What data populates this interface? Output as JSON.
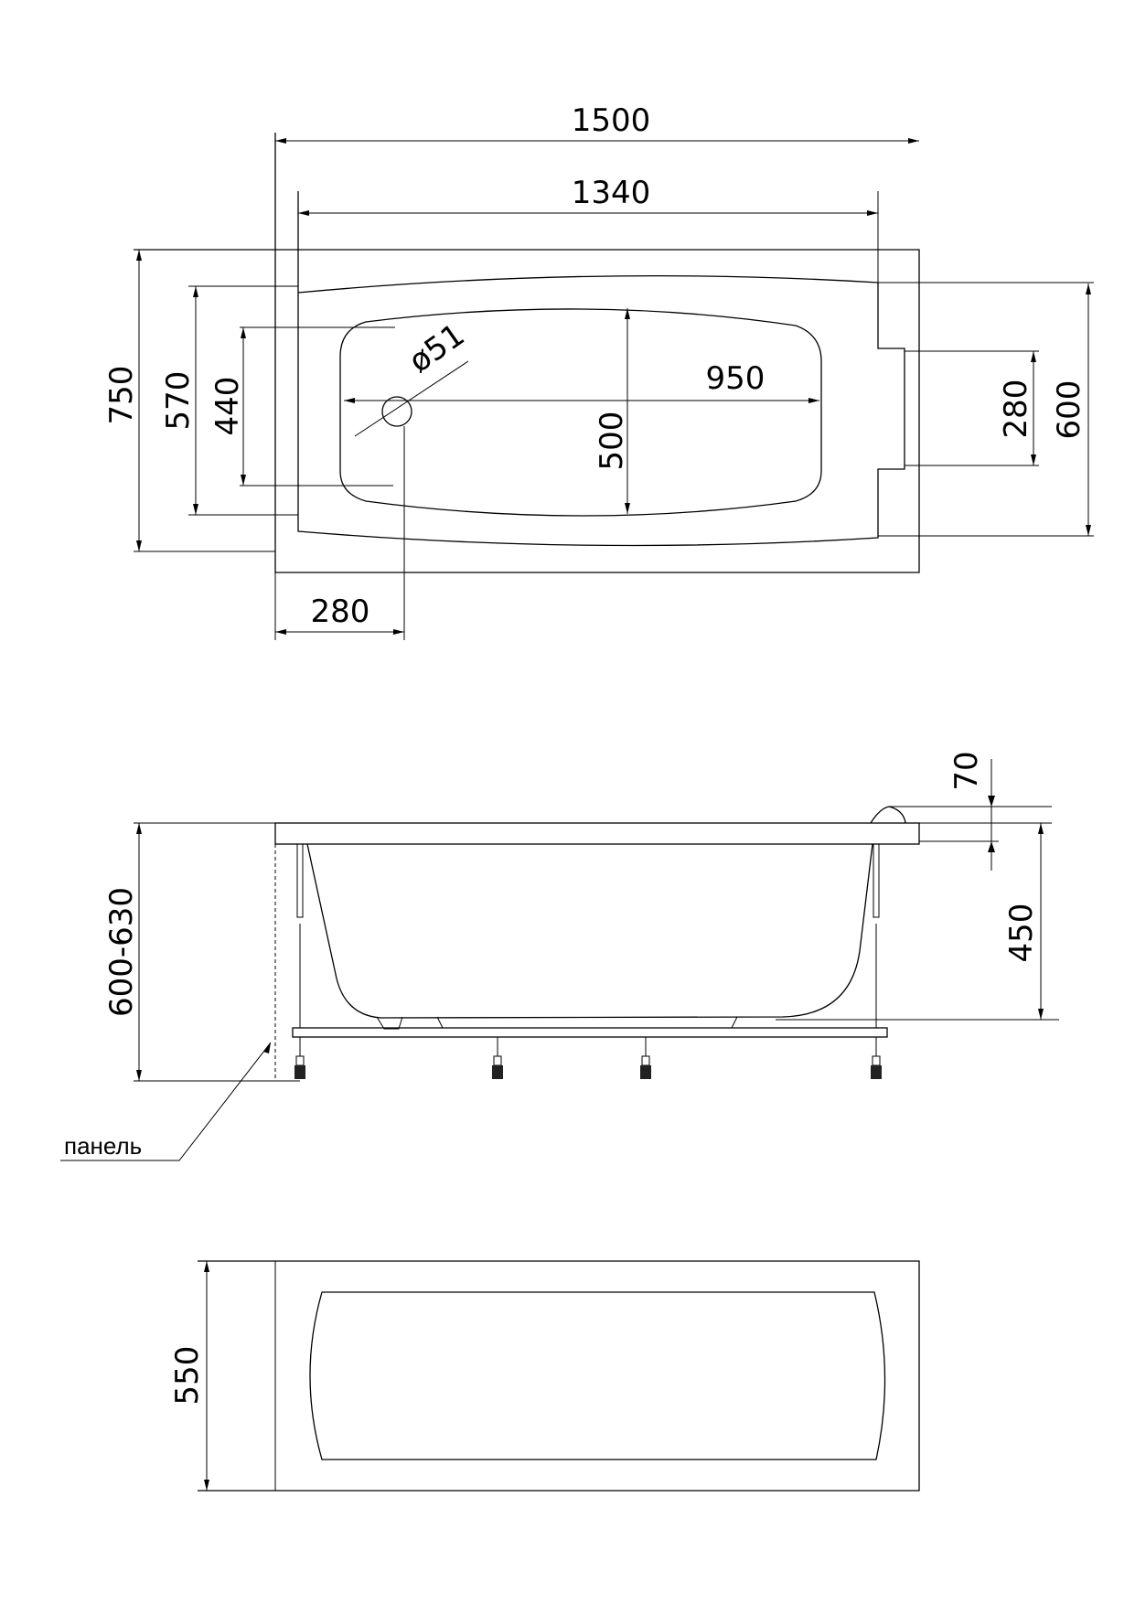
{
  "top_view": {
    "overall_length": "1500",
    "inner_length": "1340",
    "overall_width": "750",
    "left_width": "570",
    "basin_left_width": "440",
    "basin_length": "950",
    "basin_width": "500",
    "drain_diameter": "ø51",
    "drain_offset": "280",
    "right_notch": "280",
    "right_width": "600"
  },
  "side_view": {
    "total_height": "600-630",
    "headrest_height": "70",
    "tub_depth": "450",
    "panel_label": "панель"
  },
  "panel_view": {
    "panel_height": "550"
  },
  "colors": {
    "line": "#000000",
    "background": "#ffffff"
  }
}
